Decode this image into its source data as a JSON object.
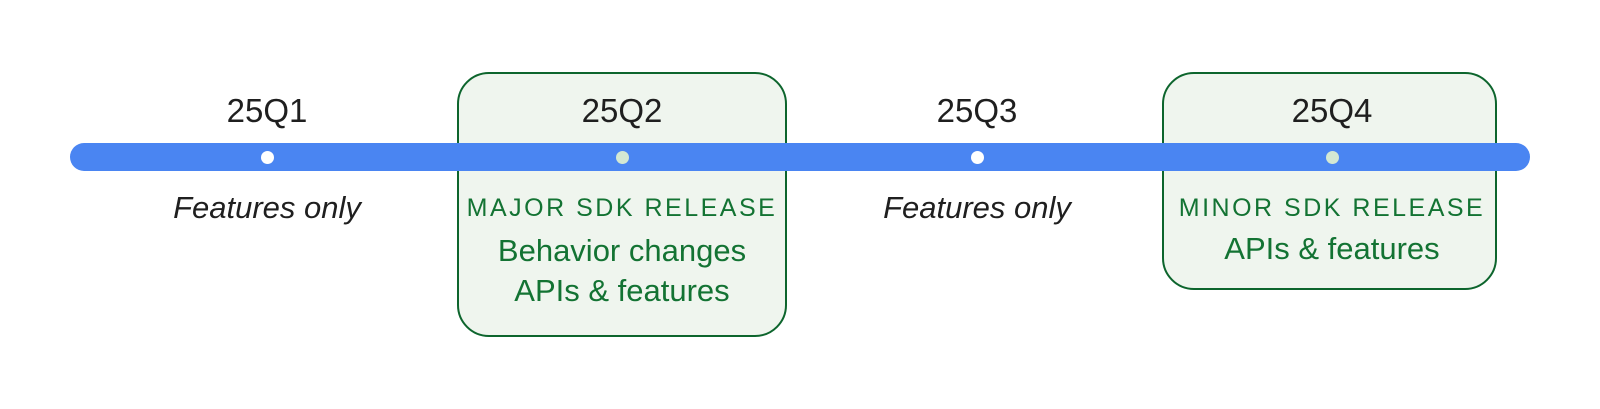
{
  "timeline": {
    "quarters": [
      {
        "label": "25Q1",
        "note": "Features only"
      },
      {
        "label": "25Q2",
        "heading": "MAJOR SDK RELEASE",
        "lines": [
          "Behavior changes",
          "APIs & features"
        ]
      },
      {
        "label": "25Q3",
        "note": "Features only"
      },
      {
        "label": "25Q4",
        "heading": "MINOR SDK RELEASE",
        "lines": [
          "APIs & features"
        ]
      }
    ],
    "colors": {
      "bar": "#4a85f2",
      "dot_plain": "#ffffff",
      "dot_release": "#d4e8d3",
      "card_background": "#eff5ee",
      "card_border": "#0d652d",
      "release_text": "#137333",
      "label_text": "#1f1f1f"
    }
  }
}
